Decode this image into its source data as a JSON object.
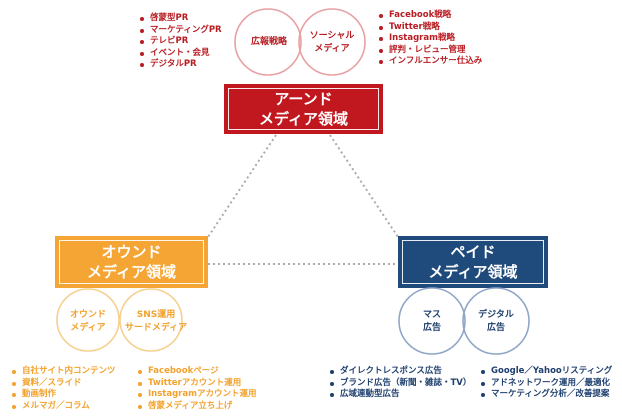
{
  "colors": {
    "earned": "#c1171f",
    "owned": "#f4a533",
    "paid": "#1f4a7c",
    "earned_circle": "#e6a1a3",
    "owned_circle": "#f7cf8f",
    "paid_circle": "#8fa7c6",
    "connector": "#aaaaaa"
  },
  "earned": {
    "line1": "アーンド",
    "line2": "メディア領域",
    "venn_left": "広報戦略",
    "venn_right_1": "ソーシャル",
    "venn_right_2": "メディア",
    "left_items": [
      "啓蒙型PR",
      "マーケティングPR",
      "テレビPR",
      "イベント・会見",
      "デジタルPR"
    ],
    "right_items": [
      "Facebook戦略",
      "Twitter戦略",
      "Instagram戦略",
      "評判・レビュー管理",
      "インフルエンサー仕込み"
    ]
  },
  "owned": {
    "line1": "オウンド",
    "line2": "メディア領域",
    "venn_left_1": "オウンド",
    "venn_left_2": "メディア",
    "venn_right_1": "SNS運用",
    "venn_right_2": "サードメディア",
    "items_col1": [
      "自社サイト内コンテンツ",
      "資料／スライド",
      "動画制作",
      "メルマガ／コラム"
    ],
    "items_col2": [
      "Facebookページ",
      "Twitterアカウント運用",
      "Instagramアカウント運用",
      "啓蒙メディア立ち上げ"
    ]
  },
  "paid": {
    "line1": "ペイド",
    "line2": "メディア領域",
    "venn_left_1": "マス",
    "venn_left_2": "広告",
    "venn_right_1": "デジタル",
    "venn_right_2": "広告",
    "items_col1": [
      "ダイレクトレスポンス広告",
      "ブランド広告（新聞・雑誌・TV）",
      "広域連動型広告"
    ],
    "items_col2": [
      "Google／Yahooリスティング",
      "アドネットワーク運用／最適化",
      "マーケティング分析／改善提案"
    ]
  }
}
